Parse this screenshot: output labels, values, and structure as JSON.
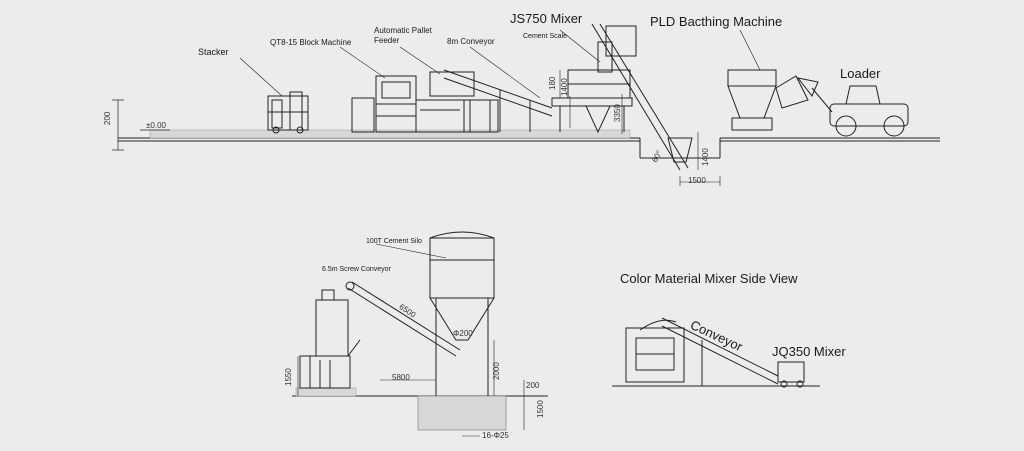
{
  "labels": {
    "stacker": "Stacker",
    "block_machine": "QT8-15 Block Machine",
    "pallet_feeder_line1": "Automatic Pallet",
    "pallet_feeder_line2": "Feeder",
    "conveyor_8m": "8m Conveyor",
    "mixer": "JS750 Mixer",
    "cement_scale": "Cement Scale",
    "batching_machine": "PLD Bacthing Machine",
    "loader": "Loader",
    "cement_silo": "100T Cement Silo",
    "screw_conveyor": "6.5m Screw Conveyor",
    "color_mixer_title": "Color Material Mixer Side View",
    "conveyor": "Conveyor",
    "jq350_mixer": "JQ350 Mixer"
  },
  "dimensions": {
    "d200_left": "200",
    "level_0": "±0.00",
    "d180": "180",
    "d1400_a": "1400",
    "d3350": "3350",
    "angle_60": "60°",
    "d1400_b": "1400",
    "d1500": "1500",
    "d6500": "6500",
    "d200_phi": "Φ200",
    "d5800": "5800",
    "d2000": "2000",
    "d1550": "1550",
    "d200_right": "200",
    "d1500_v": "1500",
    "d16_25": "16-Φ25"
  },
  "colors": {
    "background": "#ececec",
    "line": "#222222",
    "ground": "#d8d8d8"
  }
}
